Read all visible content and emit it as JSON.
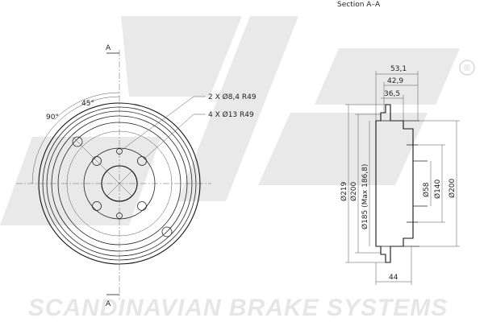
{
  "section_title": "Section  A–A",
  "section_marker": "A",
  "angles": {
    "a90": "90°",
    "a45": "45°"
  },
  "holes": {
    "small": "2 X Ø8,4   R49",
    "large": "4 X Ø13   R49"
  },
  "dims": {
    "d53_1": "53,1",
    "d42_9": "42,9",
    "d36_5": "36,5",
    "d44": "44",
    "d219": "Ø219",
    "d200_left": "Ø200",
    "d185": "Ø185 (Max 186,8)",
    "d58": "Ø58",
    "d140": "Ø140",
    "d200_right": "Ø200"
  },
  "brand": {
    "logo": "sbs",
    "registered": "®",
    "tagline": "SCANDINAVIAN BRAKE SYSTEMS"
  },
  "colors": {
    "line": "#222222",
    "watermark": "#e6e6e6"
  }
}
